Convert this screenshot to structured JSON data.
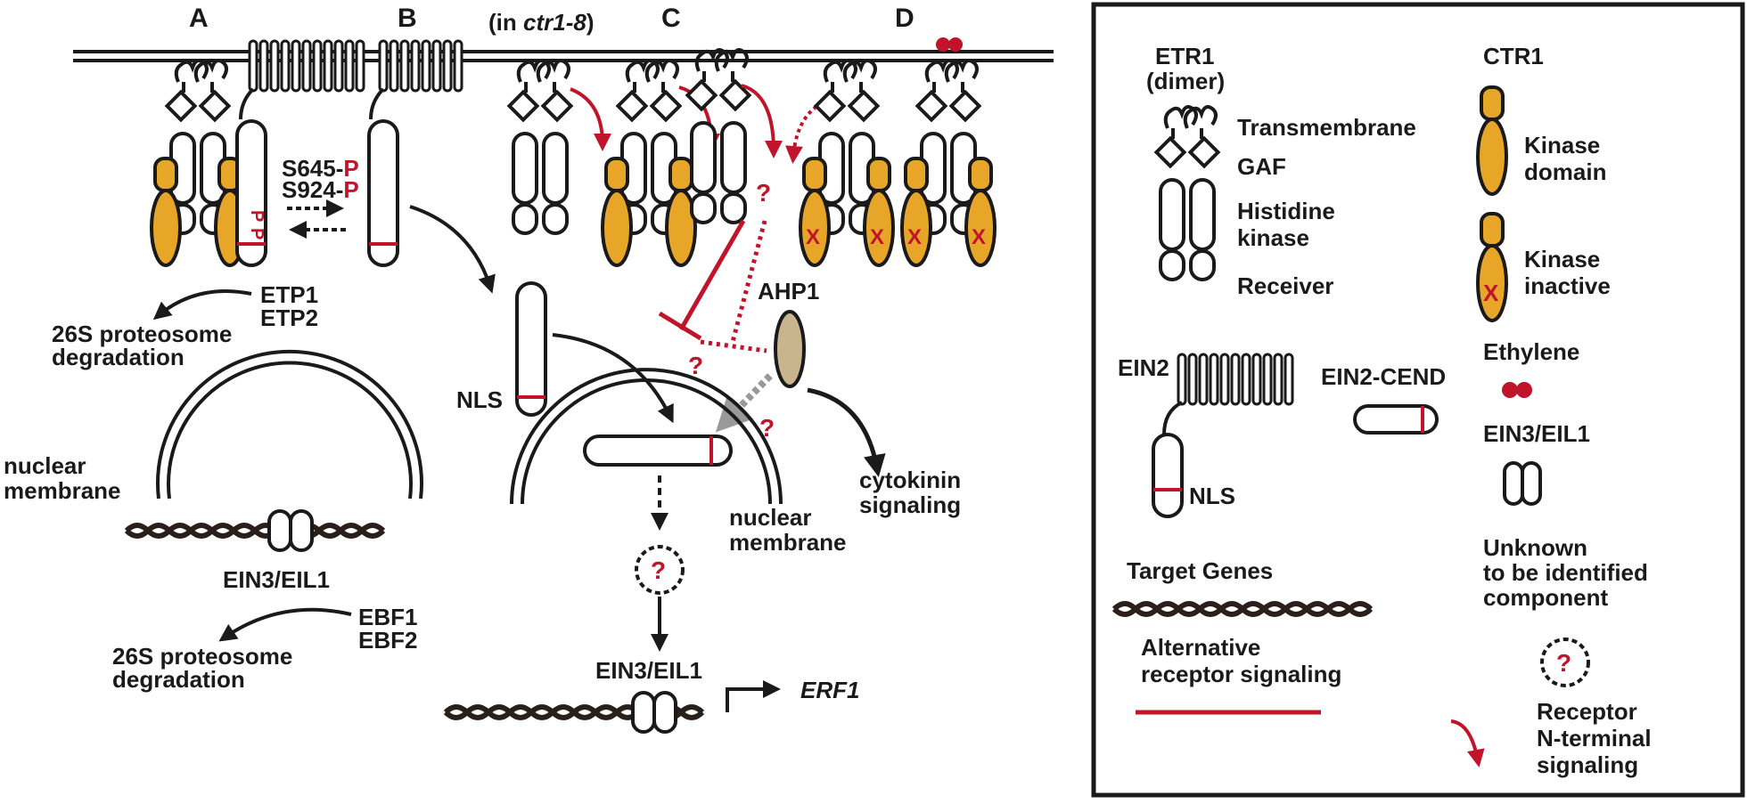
{
  "panels": {
    "a": "A",
    "b": "B",
    "c": "C",
    "d": "D",
    "ctr1_note_prefix": "(in ",
    "ctr1_note_italic": "ctr1-8",
    "ctr1_note_suffix": ")"
  },
  "left_diagram": {
    "s645": "S645-",
    "s924": "S924-",
    "p_mark": "P",
    "etp1": "ETP1",
    "etp2": "ETP2",
    "proteosome_1": "26S proteosome",
    "degradation_1": "degradation",
    "nuclear_1": "nuclear",
    "membrane_1": "membrane",
    "ein3_eil1_1": "EIN3/EIL1",
    "ebf1": "EBF1",
    "ebf2": "EBF2",
    "proteosome_2": "26S proteosome",
    "degradation_2": "degradation",
    "nls": "NLS",
    "ahp1": "AHP1",
    "cytokinin": "cytokinin",
    "signaling": "signaling",
    "nuclear_2": "nuclear",
    "membrane_2": "membrane",
    "question": "?",
    "ein3_eil1_2": "EIN3/EIL1",
    "erf1": "ERF1",
    "x_mark": "X"
  },
  "legend": {
    "etr1": "ETR1",
    "dimer": "(dimer)",
    "ctr1": "CTR1",
    "transmembrane": "Transmembrane",
    "gaf": "GAF",
    "histidine": "Histidine",
    "kinase": "kinase",
    "receiver": "Receiver",
    "kinase_2": "Kinase",
    "domain": "domain",
    "kinase_3": "Kinase",
    "inactive": "inactive",
    "ein2": "EIN2",
    "ein2_cend": "EIN2-CEND",
    "ethylene": "Ethylene",
    "nls": "NLS",
    "ein3_eil1": "EIN3/EIL1",
    "target_genes": "Target Genes",
    "unknown": "Unknown",
    "to_be_identified": "to be identified",
    "component": "component",
    "alternative": "Alternative",
    "receptor_signaling": "receptor signaling",
    "question": "?",
    "receptor": "Receptor",
    "n_terminal": "N-terminal",
    "signaling": "signaling",
    "x_mark": "X"
  },
  "colors": {
    "kinase_orange": "#e8a628",
    "signal_red": "#c0142a",
    "ahp1_tan": "#c8b58e",
    "outline": "#1a1a1a",
    "arrow_gray": "#999999"
  }
}
